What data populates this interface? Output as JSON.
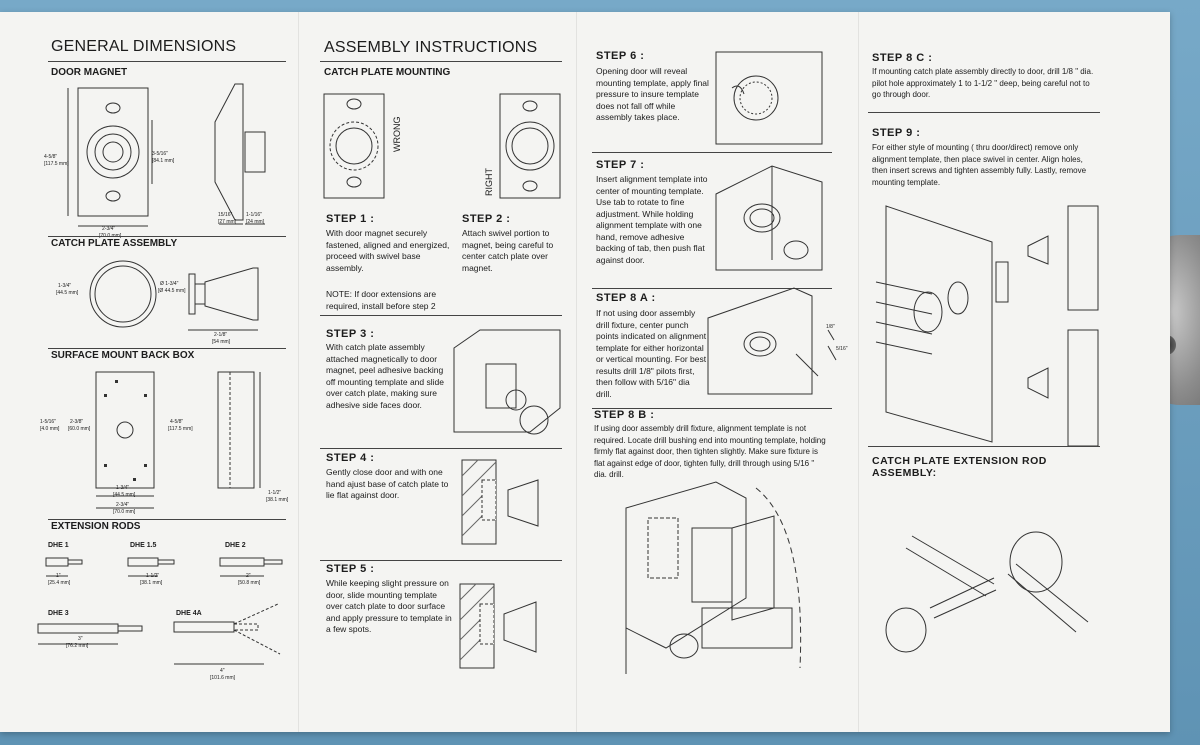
{
  "col1": {
    "title": "GENERAL DIMENSIONS",
    "door_magnet": "DOOR MAGNET",
    "catch_plate_assembly": "CATCH PLATE ASSEMBLY",
    "surface_mount": "SURFACE MOUNT BACK BOX",
    "extension_rods": "EXTENSION RODS",
    "dm_dims": [
      "4-5/8\"",
      "[117.5 mm]",
      "3-5/16\"",
      "[84.1 mm]",
      "2-3/4\"",
      "[70.0 mm]",
      "15/16\"",
      "[27 mm]",
      "1-1/16\"",
      "[24 mm]"
    ],
    "cp_dims": [
      "1-3/4\"",
      "[44.5 mm]",
      "Ø 1-3/4\"",
      "[Ø 44.5 mm]",
      "2-1/8\"",
      "[54 mm]"
    ],
    "sm_dims": [
      "1-5/16\"",
      "[4.0 mm]",
      "2-3/8\"",
      "[60.0 mm]",
      "4-5/8\"",
      "[117.5 mm]",
      "1-3/4\"",
      "[44.5 mm]",
      "2-3/4\"",
      "[70.0 mm]",
      "1-1/2\"",
      "[38.1 mm]"
    ],
    "rods": [
      {
        "name": "DHE 1",
        "dim": "1\"",
        "mm": "[25.4 mm]"
      },
      {
        "name": "DHE 1.5",
        "dim": "1-1/2\"",
        "mm": "[38.1 mm]"
      },
      {
        "name": "DHE 2",
        "dim": "2\"",
        "mm": "[50.8 mm]"
      },
      {
        "name": "DHE 3",
        "dim": "3\"",
        "mm": "[76.2 mm]"
      },
      {
        "name": "DHE 4A",
        "dim": "4\"",
        "mm": "[101.6 mm]"
      }
    ]
  },
  "col2": {
    "title": "ASSEMBLY INSTRUCTIONS",
    "sub": "CATCH PLATE MOUNTING",
    "wrong": "WRONG",
    "right": "RIGHT",
    "step1": {
      "title": "STEP 1 :",
      "lines": [
        "With door magnet securely",
        "fastened, aligned and energized,",
        "proceed with swivel base",
        "assembly."
      ]
    },
    "step2": {
      "title": "STEP 2 :",
      "lines": [
        "Attach swivel portion to",
        "magnet, being careful to",
        "center catch plate over",
        "magnet."
      ]
    },
    "note": [
      "NOTE: If door extensions are",
      "required, install before step 2"
    ],
    "step3": {
      "title": "STEP 3 :",
      "lines": [
        "With catch plate assembly",
        "attached magnetically to door",
        "magnet, peel adhesive backing",
        "off mounting template and slide",
        "over catch plate, making sure",
        "adhesive side faces door."
      ]
    },
    "step4": {
      "title": "STEP 4 :",
      "lines": [
        "Gently close door and with one",
        "hand ajust base of catch plate to",
        "lie flat against door."
      ]
    },
    "step5": {
      "title": "STEP 5 :",
      "lines": [
        "While keeping slight pressure on",
        "door, slide mounting template",
        "over catch plate to door surface",
        "and apply pressure to template in",
        "a few spots."
      ]
    }
  },
  "col3": {
    "step6": {
      "title": "STEP 6 :",
      "lines": [
        "Opening door will reveal",
        "mounting template, apply final",
        "pressure to insure template",
        "does not fall off while",
        "assembly takes place."
      ]
    },
    "step7": {
      "title": "STEP 7 :",
      "lines": [
        "Insert alignment template into",
        "center of mounting template.",
        "Use tab to rotate to fine",
        "adjustment. While holding",
        "alignment template with one",
        "hand, remove adhesive",
        "backing of tab, then push flat",
        "against door."
      ]
    },
    "step8a": {
      "title": "STEP 8 A :",
      "lines": [
        "If not using door assembly",
        "drill fixture, center punch",
        "points indicated on alignment",
        "template for either horizontal",
        "or vertical mounting. For best",
        "results drill 1/8\" pilots first,",
        "then follow with 5/16\" dia",
        "drill."
      ]
    },
    "bits": [
      "1/8\"",
      "5/16\""
    ],
    "step8b": {
      "title": "STEP 8 B :",
      "lines": [
        "If using door assembly  drill fixture, alignment template is not",
        "required. Locate drill bushing end into mounting template, holding",
        "firmly flat against door, then tighten slightly. Make sure fixture is",
        "flat against edge of door, tighten fully, drill through using 5/16 \"",
        "dia. drill."
      ]
    }
  },
  "col4": {
    "step8c": {
      "title": "STEP 8 C :",
      "lines": [
        "If mounting catch plate assembly directly to door, drill 1/8 \" dia.",
        "pilot hole approximately 1 to 1-1/2 \" deep, being careful not to",
        "go through door."
      ]
    },
    "step9": {
      "title": "STEP 9 :",
      "lines": [
        "For either style of mounting ( thru door/direct) remove only",
        "alignment template, then place swivel in center. Align holes,",
        "then insert screws and tighten assembly fully. Lastly, remove",
        "mounting template."
      ]
    },
    "ext": [
      "CATCH PLATE EXTENSION ROD",
      "ASSEMBLY:"
    ]
  }
}
